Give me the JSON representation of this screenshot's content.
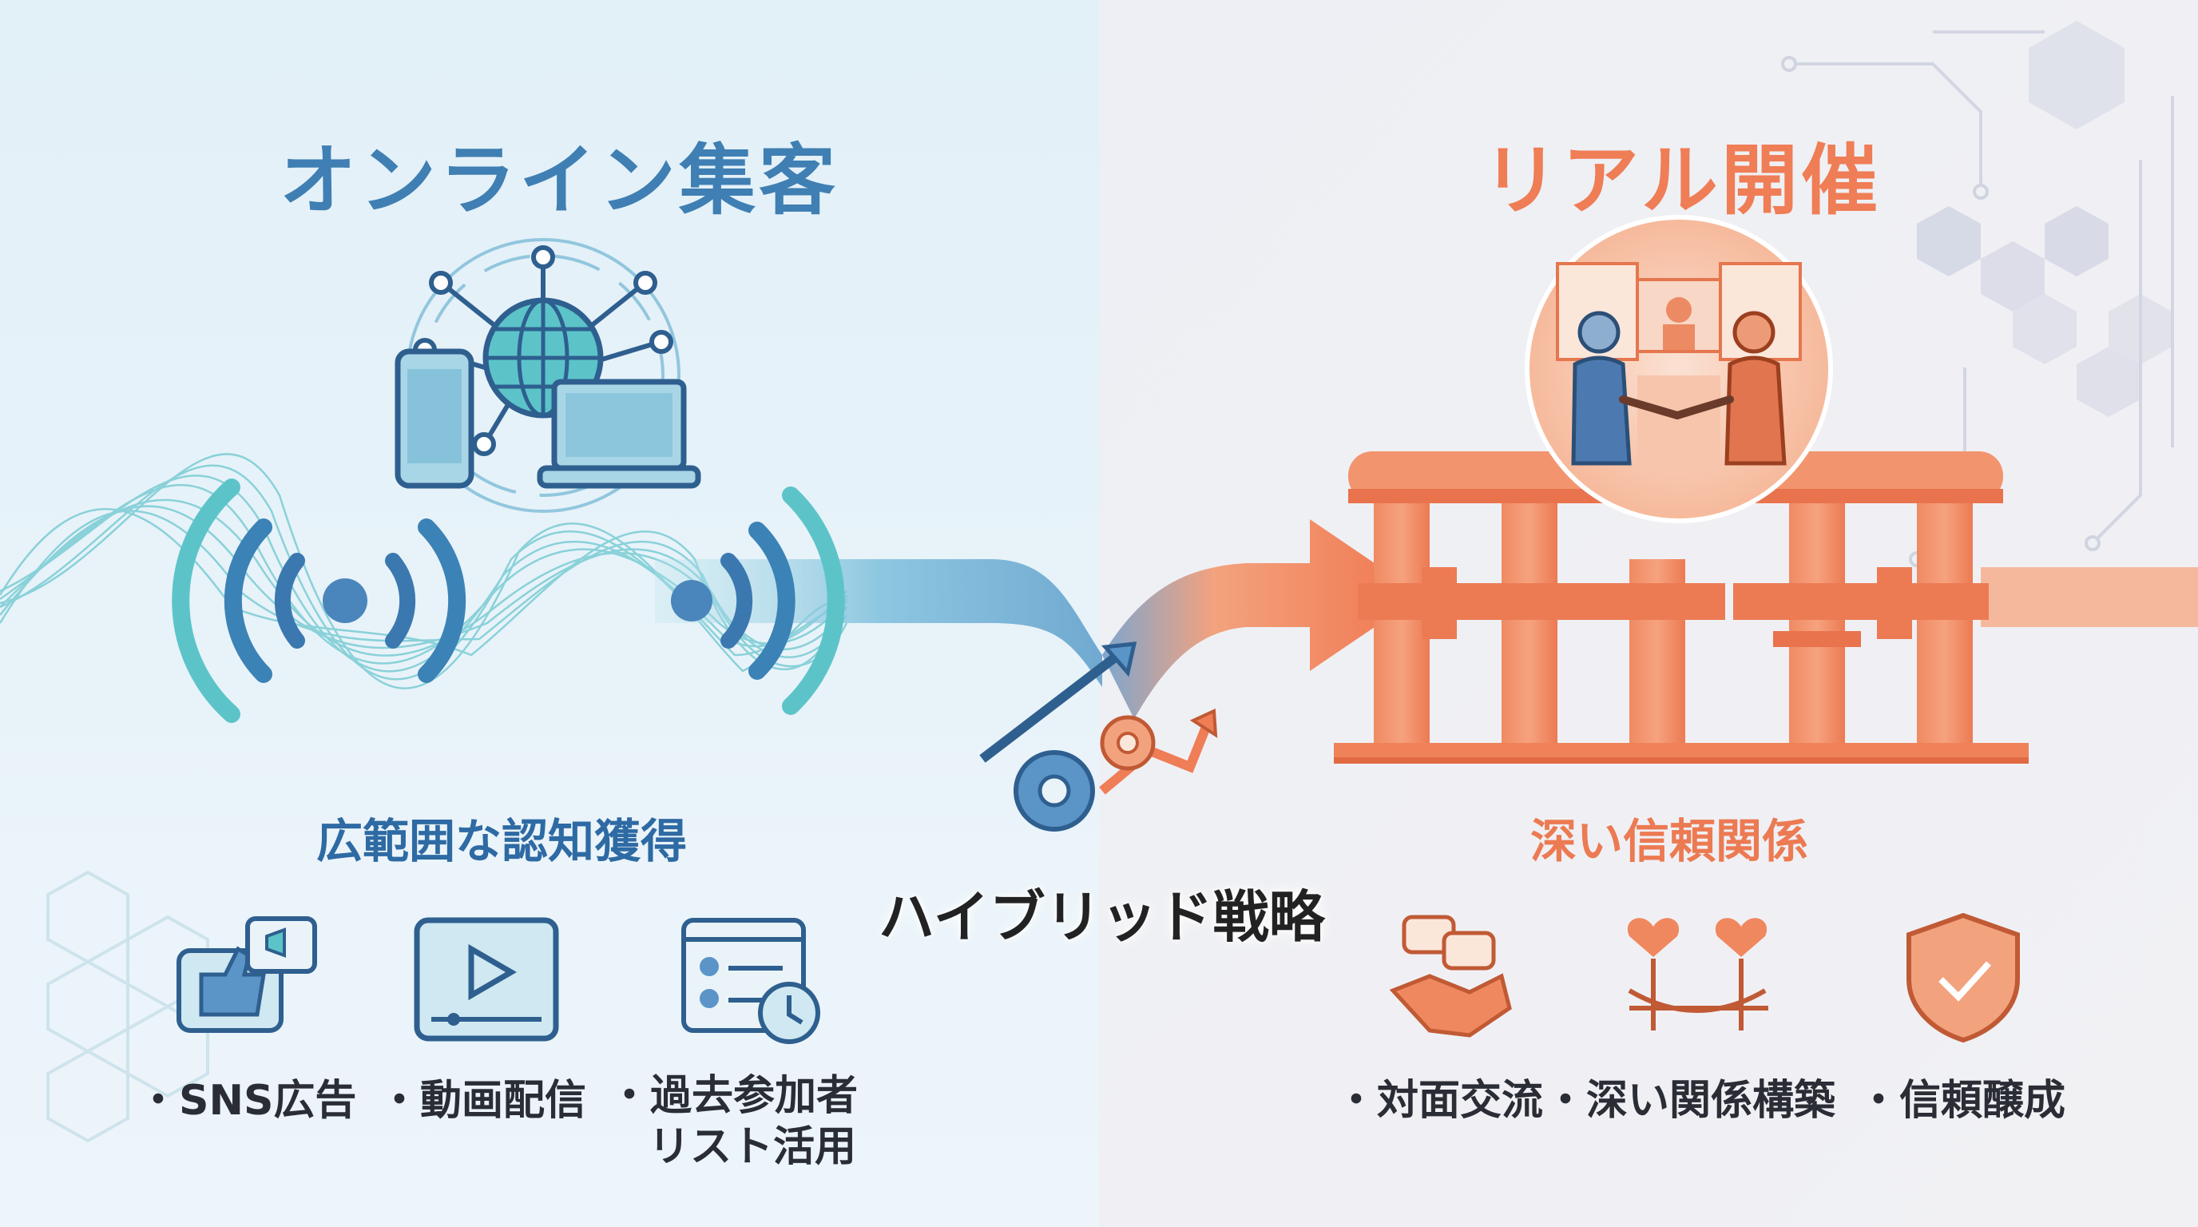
{
  "online": {
    "title": "オンライン集客",
    "subtitle": "広範囲な認知獲得",
    "items": [
      {
        "label": "・SNS広告",
        "icon": "sns-ad-icon"
      },
      {
        "label": "・動画配信",
        "icon": "video-stream-icon"
      },
      {
        "label": "・過去参加者",
        "label2": "リスト活用",
        "icon": "attendee-list-icon"
      }
    ]
  },
  "real": {
    "title": "リアル開催",
    "subtitle": "深い信頼関係",
    "items": [
      {
        "label": "・対面交流",
        "icon": "handshake-chat-icon"
      },
      {
        "label": "・深い関係構築",
        "icon": "bridge-hearts-icon"
      },
      {
        "label": "・信頼醸成",
        "icon": "shield-check-icon"
      }
    ]
  },
  "center": {
    "label": "ハイブリッド戦略"
  },
  "colors": {
    "online_accent": "#3f7fb3",
    "online_teal": "#5cc4c9",
    "real_accent": "#ef7d56",
    "real_light": "#f6b193"
  }
}
